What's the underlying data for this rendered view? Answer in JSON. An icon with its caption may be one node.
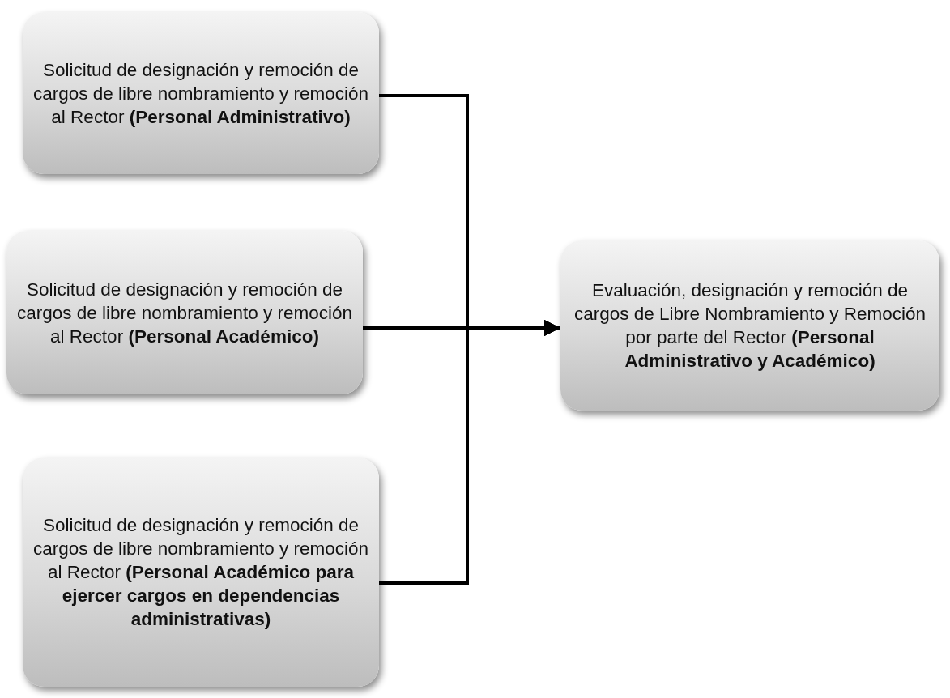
{
  "diagram": {
    "nodes": [
      {
        "text": [
          "Solicitud de designación y remoción de cargos de libre nombramiento y remoción al Rector **(Personal Administrativo)**"
        ]
      },
      {
        "text": [
          "Solicitud de designación y remoción de cargos de libre nombramiento y remoción al Rector **(Personal Académico)**"
        ]
      },
      {
        "text": [
          "Solicitud de designación y remoción de cargos de libre nombramiento y remoción al Rector **(Personal Académico para ejercer cargos en dependencias administrativas)**"
        ]
      },
      {
        "text": [
          "Evaluación, designación y remoción de cargos de Libre Nombramiento y Remoción por parte del Rector **(Personal Administrativo y Académico)**"
        ]
      }
    ],
    "edges": [
      {
        "from": 0,
        "to": 3,
        "arrow": "to"
      },
      {
        "from": 1,
        "to": 3,
        "arrow": "to"
      },
      {
        "from": 2,
        "to": 3,
        "arrow": "to"
      }
    ]
  }
}
